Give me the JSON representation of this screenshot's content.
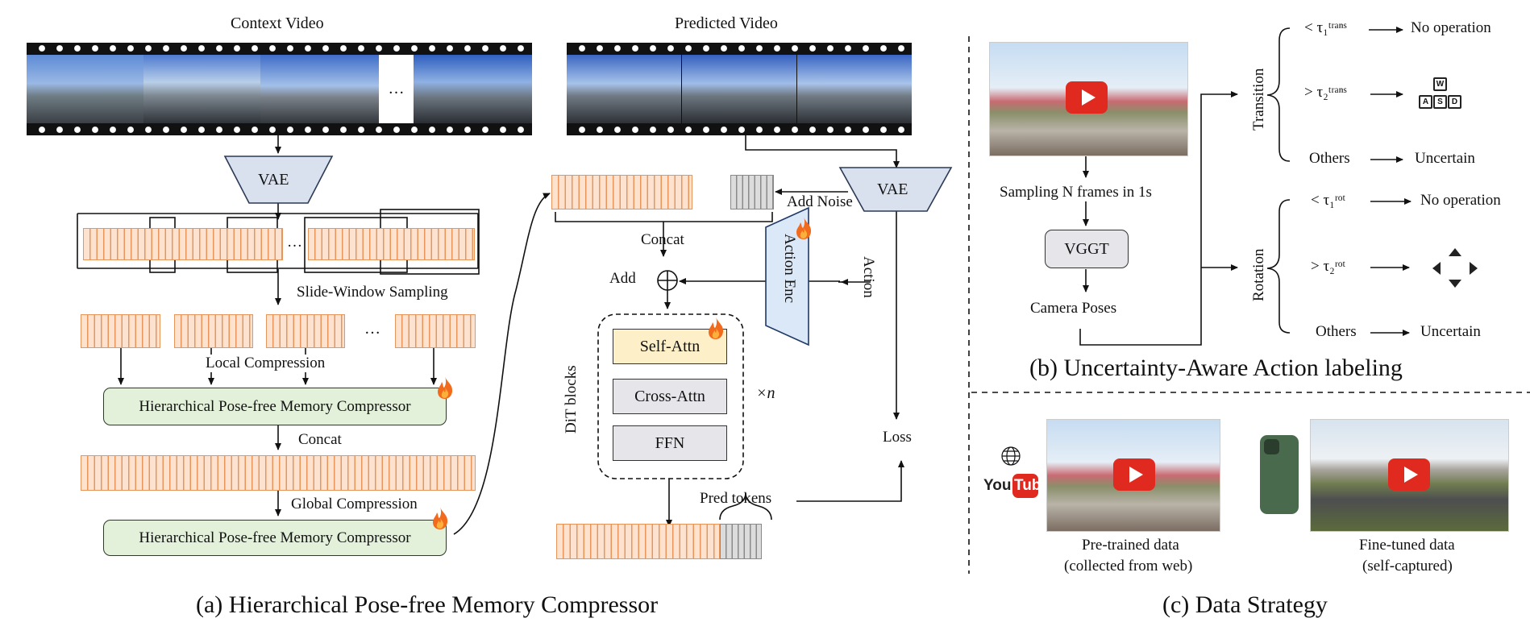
{
  "panel_a": {
    "caption": "(a) Hierarchical Pose-free Memory Compressor",
    "context_video": "Context Video",
    "predicted_video": "Predicted Video",
    "ellipsis": "…",
    "vae": "VAE",
    "slide_window": "Slide-Window Sampling",
    "local_compression": "Local Compression",
    "compressor_label": "Hierarchical Pose-free Memory Compressor",
    "concat": "Concat",
    "global_compression": "Global Compression",
    "add_noise": "Add Noise",
    "add": "Add",
    "action": "Action",
    "action_enc": "Action Enc",
    "self_attn": "Self-Attn",
    "cross_attn": "Cross-Attn",
    "ffn": "FFN",
    "dit_blocks": "DiT blocks",
    "times_n": "×n",
    "loss": "Loss",
    "pred_tokens": "Pred tokens"
  },
  "panel_b": {
    "caption": "(b) Uncertainty-Aware Action labeling",
    "sampling": "Sampling N frames in 1s",
    "vggt": "VGGT",
    "camera_poses": "Camera Poses",
    "transition": "Transition",
    "rotation": "Rotation",
    "trans_low": "< τ₁ᵗʳᵃⁿˢ",
    "trans_high": "> τ₂ᵗʳᵃⁿˢ",
    "rot_low": "< τ₁ʳᵒᵗ",
    "rot_high": "> τ₂ʳᵒᵗ",
    "no_operation": "No operation",
    "others": "Others",
    "uncertain": "Uncertain",
    "keys": [
      "W",
      "A",
      "S",
      "D"
    ]
  },
  "panel_c": {
    "caption": "(c) Data Strategy",
    "youtube": "YouTube",
    "pretrained_line1": "Pre-trained data",
    "pretrained_line2": "(collected from web)",
    "finetuned_line1": "Fine-tuned data",
    "finetuned_line2": "(self-captured)"
  },
  "colors": {
    "token_orange": "#fde3cf",
    "token_stripe": "#e8955c",
    "compressor_green": "#e3f1da",
    "self_attn_yellow": "#fdf0c8",
    "action_enc_blue": "#dbe8f7",
    "fire": "#f26b1d",
    "youtube_red": "#e02a20"
  }
}
